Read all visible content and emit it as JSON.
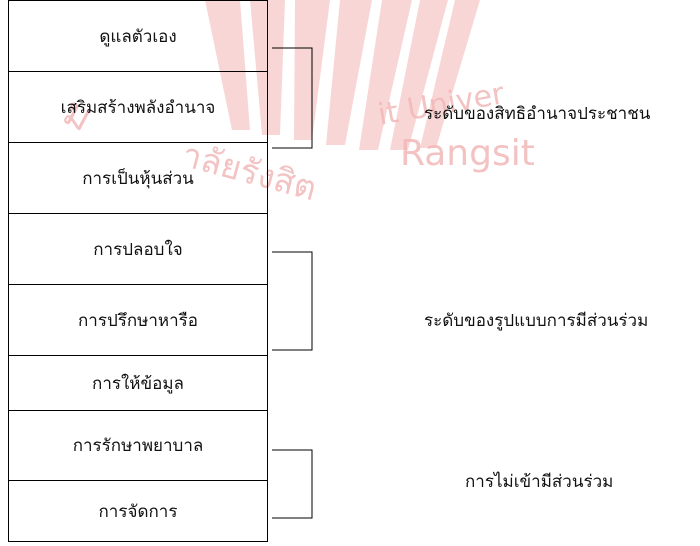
{
  "ladder": {
    "rungs": [
      "ดูแลตัวเอง",
      "เสริมสร้างพลังอำนาจ",
      "การเป็นหุ้นส่วน",
      "การปลอบใจ",
      "การปรึกษาหารือ",
      "การให้ข้อมูล",
      "การรักษาพยาบาล",
      "การจัดการ"
    ]
  },
  "levels": [
    "ระดับของสิทธิอำนาจประชาชน",
    "ระดับของรูปแบบการมีส่วนร่วม",
    "การไม่เข้ามีส่วนร่วม"
  ],
  "watermark": {
    "thai_text": "มหาวิทยาลัยรังสิต",
    "latin_text": "Rangsit University",
    "color": "#f2b8b8"
  }
}
